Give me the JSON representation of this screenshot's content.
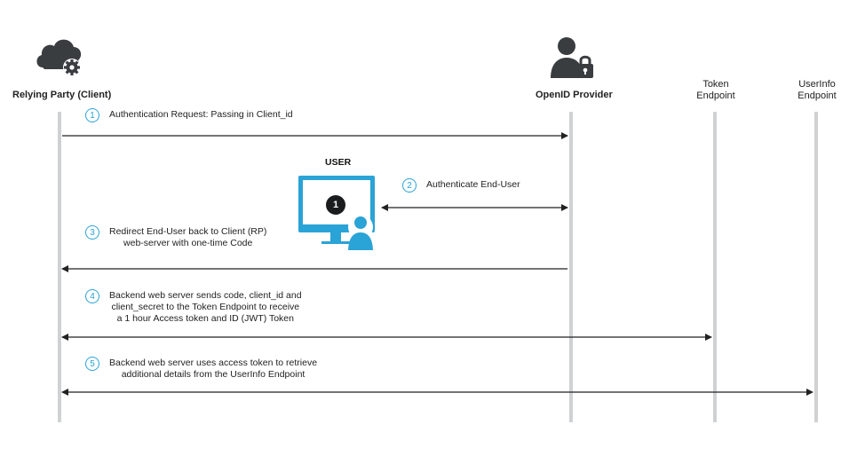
{
  "actors": {
    "client": {
      "label": "Relying Party (Client)",
      "icon": "cloud-gear-icon"
    },
    "provider": {
      "label": "OpenID Provider",
      "icon": "user-lock-icon"
    },
    "token": {
      "line1": "Token",
      "line2": "Endpoint"
    },
    "userinfo": {
      "line1": "UserInfo",
      "line2": "Endpoint"
    }
  },
  "user": {
    "title": "USER",
    "badge": "1",
    "icon": "monitor-user-icon"
  },
  "steps": [
    {
      "num": "1",
      "lines": [
        "Authentication Request: Passing in Client_id"
      ]
    },
    {
      "num": "2",
      "lines": [
        "Authenticate End-User"
      ]
    },
    {
      "num": "3",
      "lines": [
        "Redirect End-User back to Client (RP)",
        "web-server with one-time Code"
      ]
    },
    {
      "num": "4",
      "lines": [
        "Backend web server sends code, client_id and",
        "client_secret to the Token Endpoint to receive",
        "a 1 hour Access token and ID (JWT) Token"
      ]
    },
    {
      "num": "5",
      "lines": [
        "Backend web server uses access token to retrieve",
        "additional details from the UserInfo Endpoint"
      ]
    }
  ],
  "colors": {
    "accent": "#2aa3d6",
    "icon_dark": "#3a3d40",
    "lifeline": "#cfd1d3",
    "arrow": "#222222"
  }
}
